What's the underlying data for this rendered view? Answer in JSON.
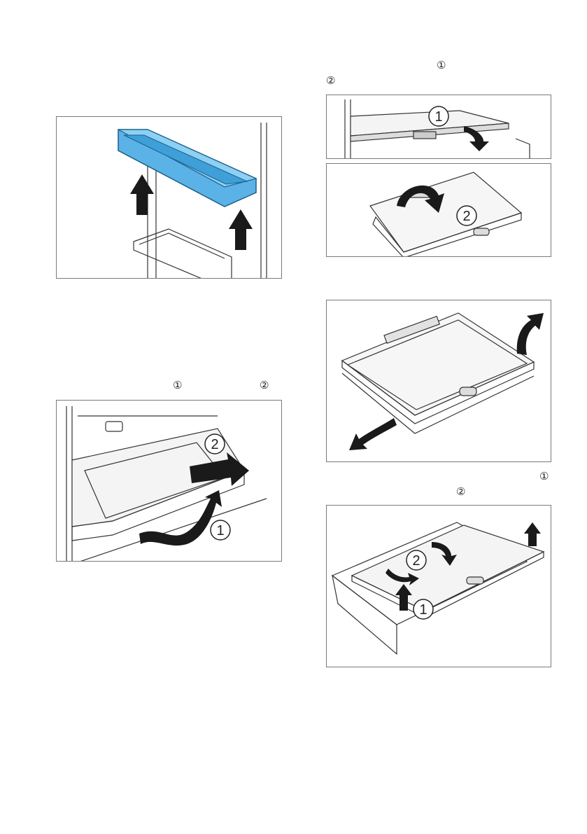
{
  "markers": {
    "right_intro_step1": "①",
    "right_intro_step2": "②",
    "left_step1": "①",
    "left_step2": "②",
    "right_lower_step1": "①",
    "right_lower_step2": "②"
  },
  "figures": {
    "door_shelf": {},
    "drawer_pullout": {
      "callout_1": "1",
      "callout_2": "2"
    },
    "shelf_edge": {
      "callout_1": "1"
    },
    "shelf_flip": {
      "callout_2": "2"
    },
    "shelf_lift": {},
    "shelf_detach": {
      "callout_1": "1",
      "callout_2": "2"
    }
  },
  "colors": {
    "frame_border": "#7a7a7a",
    "line_art": "#333333",
    "arrow": "#1a1a1a",
    "door_shelf_blue": "#5bb2e6"
  }
}
